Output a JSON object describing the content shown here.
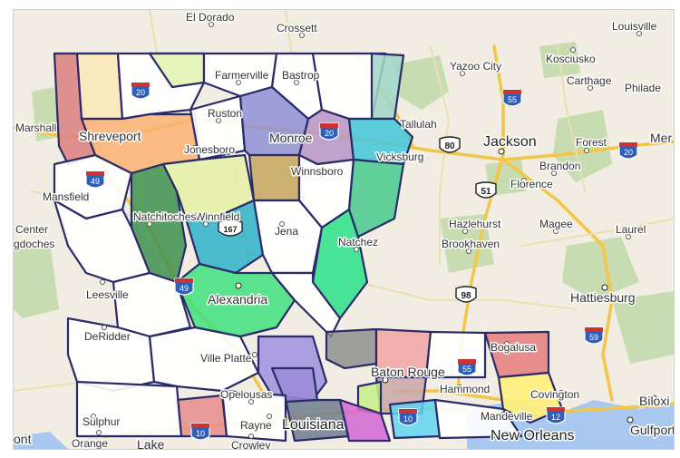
{
  "colors": {
    "land": "#f1ede3",
    "boundary": "#2b2b6a",
    "highway": "#f3c64a",
    "water": "#a9c8ef",
    "forest": "#c7dcb0"
  },
  "cities": [
    {
      "name": "El Dorado"
    },
    {
      "name": "Crossett"
    },
    {
      "name": "Louisville"
    },
    {
      "name": "Farmerville"
    },
    {
      "name": "Bastrop"
    },
    {
      "name": "Yazoo City"
    },
    {
      "name": "Kosciusko"
    },
    {
      "name": "Carthage"
    },
    {
      "name": "Philade"
    },
    {
      "name": "Marshall"
    },
    {
      "name": "Shreveport"
    },
    {
      "name": "Ruston"
    },
    {
      "name": "Monroe"
    },
    {
      "name": "Tallulah"
    },
    {
      "name": "Jackson"
    },
    {
      "name": "Forest"
    },
    {
      "name": "Mer"
    },
    {
      "name": "Jonesboro"
    },
    {
      "name": "Vicksburg"
    },
    {
      "name": "Brandon"
    },
    {
      "name": "Florence"
    },
    {
      "name": "Mansfield"
    },
    {
      "name": "Winnfield"
    },
    {
      "name": "Winnsboro"
    },
    {
      "name": "Center"
    },
    {
      "name": "Natchitoches"
    },
    {
      "name": "Jena"
    },
    {
      "name": "Hazlehurst"
    },
    {
      "name": "Magee"
    },
    {
      "name": "Laurel"
    },
    {
      "name": "gdoches"
    },
    {
      "name": "Natchez"
    },
    {
      "name": "Brookhaven"
    },
    {
      "name": "Alexandria"
    },
    {
      "name": "Hattiesburg"
    },
    {
      "name": "Leesville"
    },
    {
      "name": "DeRidder"
    },
    {
      "name": "Bogalusa"
    },
    {
      "name": "Ville Platte"
    },
    {
      "name": "Baton Rouge"
    },
    {
      "name": "Hammond"
    },
    {
      "name": "Covington"
    },
    {
      "name": "Biloxi"
    },
    {
      "name": "Opelousas"
    },
    {
      "name": "Mandeville"
    },
    {
      "name": "Sulphur"
    },
    {
      "name": "Rayne"
    },
    {
      "name": "Louisiana"
    },
    {
      "name": "Gulfport"
    },
    {
      "name": "ont"
    },
    {
      "name": "Orange"
    },
    {
      "name": "Lake"
    },
    {
      "name": "Crowley"
    },
    {
      "name": "New Orleans"
    }
  ],
  "shields": [
    {
      "number": "20",
      "type": "interstate"
    },
    {
      "number": "55",
      "type": "interstate"
    },
    {
      "number": "20",
      "type": "interstate"
    },
    {
      "number": "80",
      "type": "us"
    },
    {
      "number": "20",
      "type": "interstate"
    },
    {
      "number": "49",
      "type": "interstate"
    },
    {
      "number": "51",
      "type": "us"
    },
    {
      "number": "167",
      "type": "us"
    },
    {
      "number": "49",
      "type": "interstate"
    },
    {
      "number": "98",
      "type": "us"
    },
    {
      "number": "59",
      "type": "interstate"
    },
    {
      "number": "55",
      "type": "interstate"
    },
    {
      "number": "10",
      "type": "interstate"
    },
    {
      "number": "10",
      "type": "interstate"
    },
    {
      "number": "12",
      "type": "interstate"
    }
  ]
}
